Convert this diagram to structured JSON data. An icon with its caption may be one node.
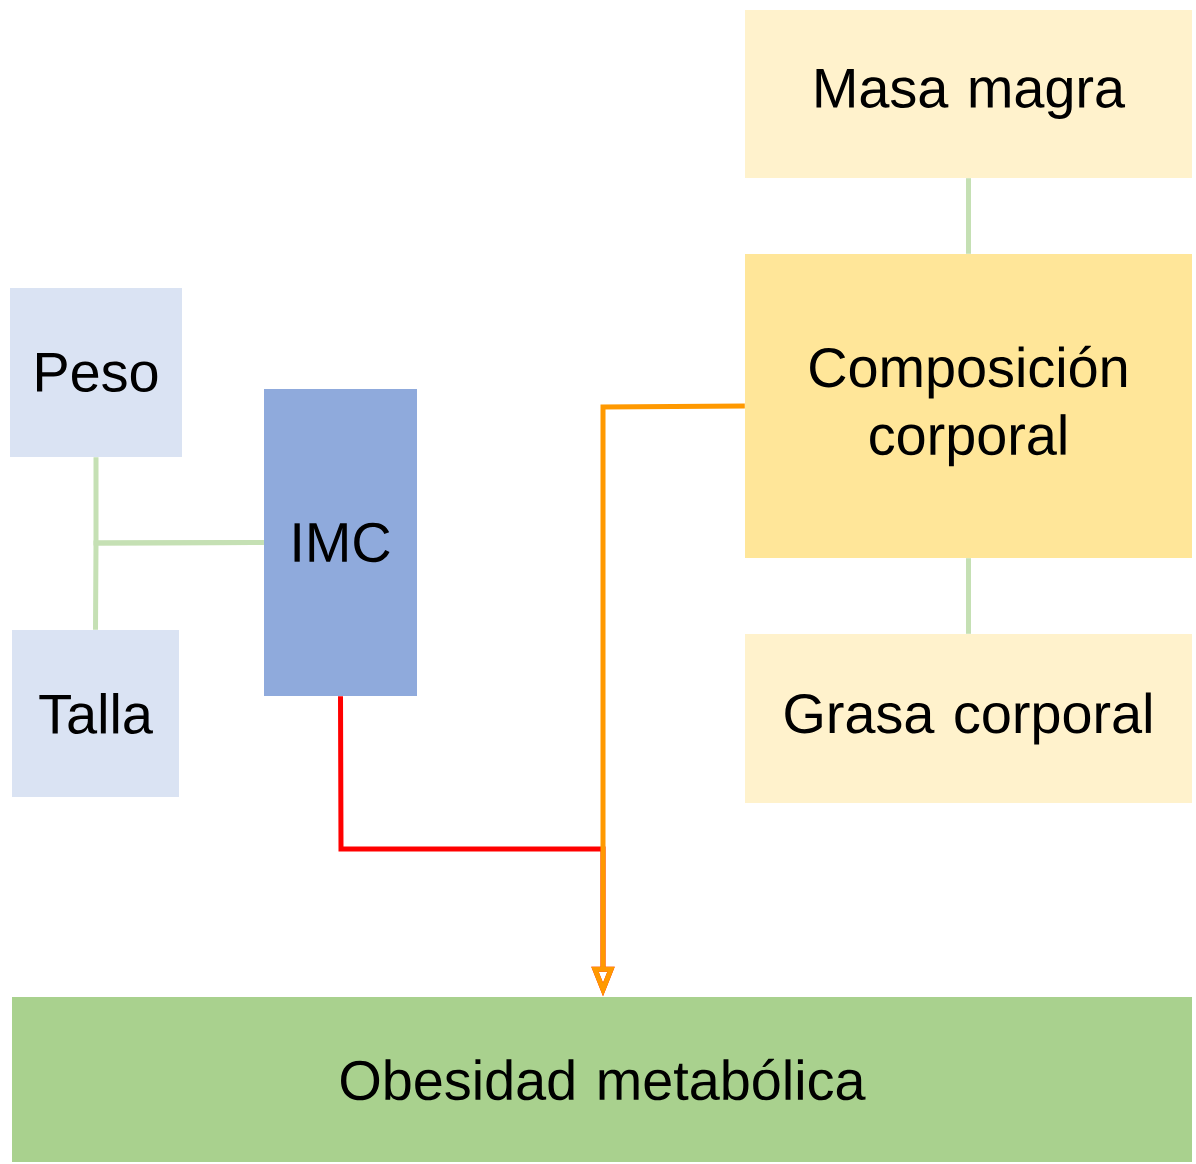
{
  "diagram": {
    "nodes": [
      {
        "text": [
          "Masa magra"
        ]
      },
      {
        "text": [
          "Peso"
        ]
      },
      {
        "text": [
          "IMC"
        ]
      },
      {
        "text": [
          "Composición corporal"
        ]
      },
      {
        "text": [
          "Talla"
        ]
      },
      {
        "text": [
          "Grasa corporal"
        ]
      },
      {
        "text": [
          "Obesidad metabólica"
        ]
      }
    ],
    "edges": [
      {
        "from": 0,
        "to": 3,
        "arrow": "none"
      },
      {
        "from": 3,
        "to": 5,
        "arrow": "none"
      },
      {
        "from": 1,
        "to": 2,
        "arrow": "none"
      },
      {
        "from": 4,
        "to": 2,
        "arrow": "none"
      },
      {
        "from": 2,
        "to": 6,
        "arrow": "to",
        "color": "#ff0000"
      },
      {
        "from": 3,
        "to": 6,
        "arrow": "to",
        "color": "#ff9900"
      }
    ]
  }
}
